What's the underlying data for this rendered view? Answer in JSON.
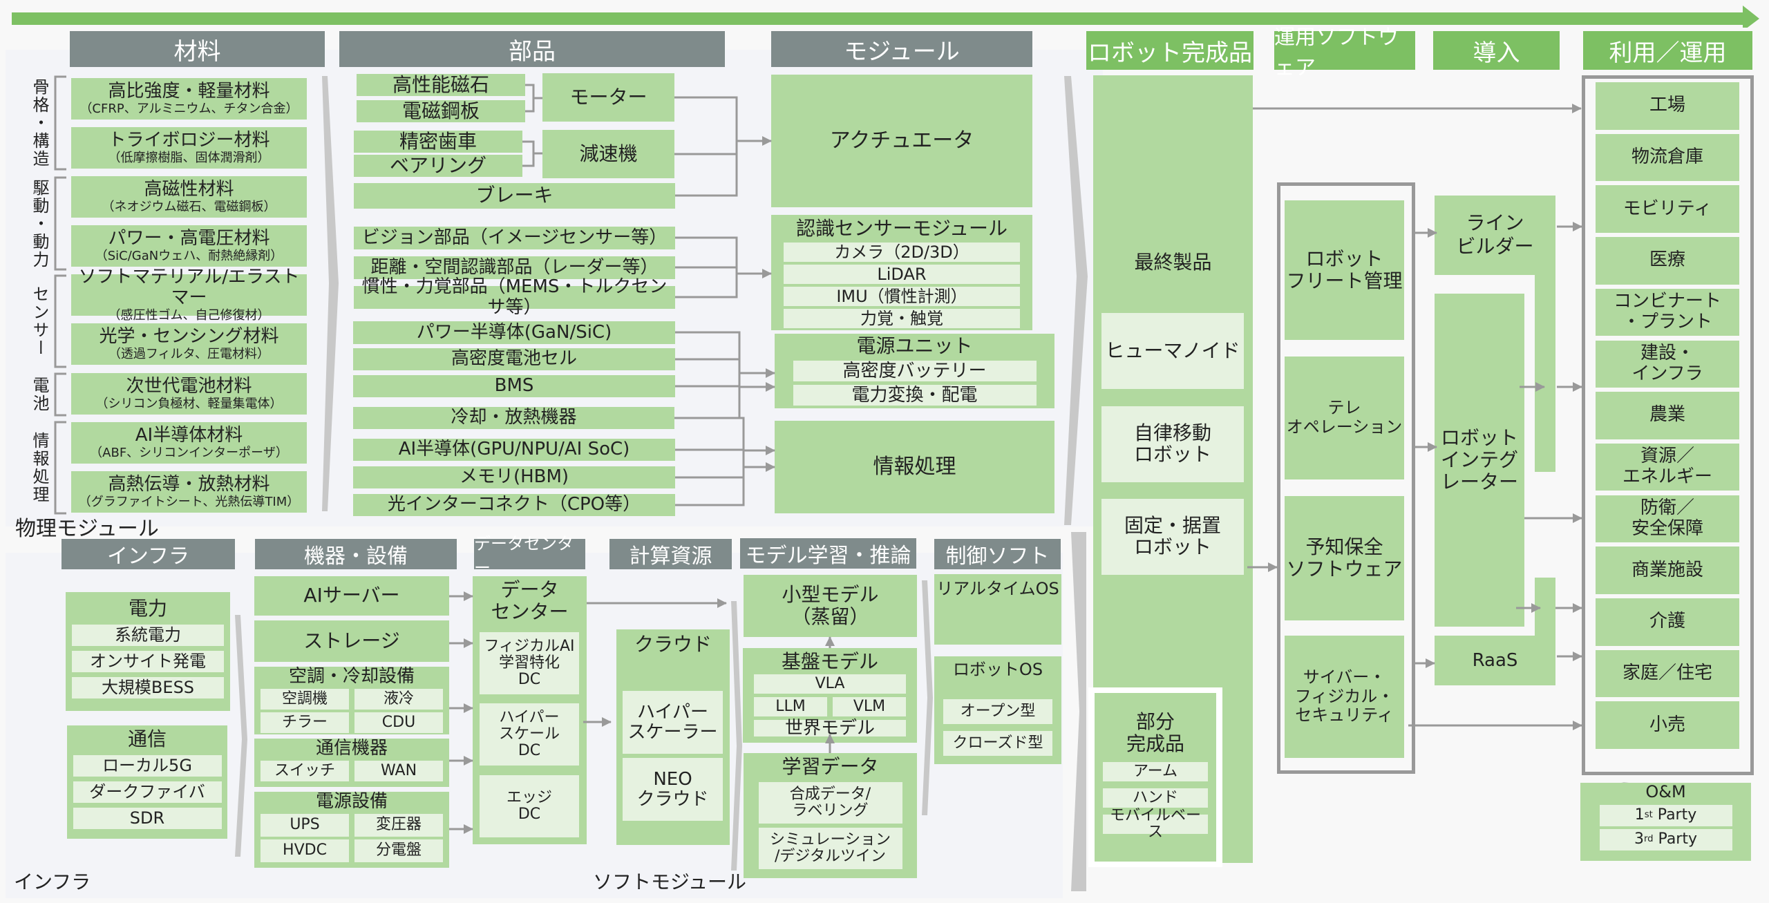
{
  "flow_arrow": "flow-direction",
  "headers": {
    "materials": "材料",
    "parts": "部品",
    "modules": "モジュール",
    "robot_products": "ロボット完成品",
    "ops_software": "運用ソフトウェア",
    "deployment": "導入",
    "usage": "利用／運用",
    "infra": "インフラ",
    "equipment": "機器・設備",
    "datacenter": "データセンター",
    "compute": "計算資源",
    "model": "モデル学習・推論",
    "control_sw": "制御ソフト"
  },
  "section_labels": {
    "physical": "物理モジュール",
    "infra": "インフラ",
    "software": "ソフトモジュール"
  },
  "material_groups": [
    {
      "label": "骨格・構造"
    },
    {
      "label": "駆動・動力"
    },
    {
      "label": "センサー"
    },
    {
      "label": "電池"
    },
    {
      "label": "情報処理"
    }
  ],
  "materials": [
    {
      "title": "高比強度・軽量材料",
      "sub": "（CFRP、アルミニウム、チタン合金）"
    },
    {
      "title": "トライボロジー材料",
      "sub": "（低摩擦樹脂、固体潤滑剤）"
    },
    {
      "title": "高磁性材料",
      "sub": "（ネオジウム磁石、電磁鋼板）"
    },
    {
      "title": "パワー・高電圧材料",
      "sub": "（SiC/GaNウェハ、耐熱絶縁剤）"
    },
    {
      "title": "ソフトマテリアル/エラストマー",
      "sub": "（感圧性ゴム、自己修復材）"
    },
    {
      "title": "光学・センシング材料",
      "sub": "（透過フィルタ、圧電材料）"
    },
    {
      "title": "次世代電池材料",
      "sub": "（シリコン負極材、軽量集電体）"
    },
    {
      "title": "AI半導体材料",
      "sub": "（ABF、シリコンインターポーザ）"
    },
    {
      "title": "高熱伝導・放熱材料",
      "sub": "（グラファイトシート、光熱伝導TIM）"
    }
  ],
  "parts": {
    "magnet": "高性能磁石",
    "steel": "電磁鋼板",
    "motor": "モーター",
    "gear": "精密歯車",
    "bearing": "ベアリング",
    "reducer": "減速機",
    "brake": "ブレーキ",
    "vision": "ビジョン部品（イメージセンサー等）",
    "ranging": "距離・空間認識部品（レーダー等）",
    "inertial": "慣性・力覚部品（MEMS・トルクセンサ等）",
    "power_semi": "パワー半導体(GaN/SiC)",
    "cell": "高密度電池セル",
    "bms": "BMS",
    "cooling": "冷却・放熱機器",
    "ai_semi": "AI半導体(GPU/NPU/AI SoC)",
    "memory": "メモリ(HBM)",
    "optical": "光インターコネクト（CPO等）"
  },
  "modules": {
    "actuator": "アクチュエータ",
    "sensor_module": {
      "title": "認識センサーモジュール",
      "items": [
        "カメラ（2D/3D）",
        "LiDAR",
        "IMU（慣性計測）",
        "力覚・触覚"
      ]
    },
    "power_unit": {
      "title": "電源ユニット",
      "items": [
        "高密度バッテリー",
        "電力変換・配電"
      ]
    },
    "info_processing": "情報処理"
  },
  "robot_products": {
    "final": "最終製品",
    "final_items": [
      "ヒューマノイド",
      "自律移動\nロボット",
      "固定・据置\nロボット"
    ],
    "partial": "部分\n完成品",
    "partial_items": [
      "アーム",
      "ハンド",
      "モバイルベース"
    ]
  },
  "ops_software": [
    "ロボット\nフリート管理",
    "テレ\nオペレーション",
    "予知保全\nソフトウェア",
    "サイバー・\nフィジカル・\nセキュリティ"
  ],
  "deployment": {
    "line_builder": "ライン\nビルダー",
    "integrator": "ロボット\nインテグ\nレーター",
    "raas": "RaaS"
  },
  "usage": [
    "工場",
    "物流倉庫",
    "モビリティ",
    "医療",
    "コンビナート\n・プラント",
    "建設・\nインフラ",
    "農業",
    "資源／\nエネルギー",
    "防衛／\n安全保障",
    "商業施設",
    "介護",
    "家庭／住宅",
    "小売"
  ],
  "om": {
    "title": "O&M",
    "items": [
      {
        "num": "1",
        "sup": "st",
        "text": " Party"
      },
      {
        "num": "3",
        "sup": "rd",
        "text": " Party"
      }
    ]
  },
  "infra": {
    "power": {
      "title": "電力",
      "items": [
        "系統電力",
        "オンサイト発電",
        "大規模BESS"
      ]
    },
    "comm": {
      "title": "通信",
      "items": [
        "ローカル5G",
        "ダークファイバ",
        "SDR"
      ]
    }
  },
  "equipment": {
    "ai_server": "AIサーバー",
    "storage": "ストレージ",
    "hvac": {
      "title": "空調・冷却設備",
      "items": [
        "空調機",
        "液冷",
        "チラー",
        "CDU"
      ]
    },
    "network": {
      "title": "通信機器",
      "items": [
        "スイッチ",
        "WAN"
      ]
    },
    "power": {
      "title": "電源設備",
      "items": [
        "UPS",
        "変圧器",
        "HVDC",
        "分電盤"
      ]
    }
  },
  "datacenter": {
    "title": "データ\nセンター",
    "items": [
      "フィジカルAI\n学習特化\nDC",
      "ハイパー\nスケール\nDC",
      "エッジ\nDC"
    ]
  },
  "compute": {
    "title": "クラウド",
    "items": [
      "ハイパー\nスケーラー",
      "NEO\nクラウド"
    ]
  },
  "model": {
    "small": "小型モデル\n（蒸留）",
    "foundation": {
      "title": "基盤モデル",
      "items": [
        "VLA",
        "LLM",
        "VLM",
        "世界モデル"
      ]
    },
    "training": {
      "title": "学習データ",
      "items": [
        "合成データ/\nラベリング",
        "シミュレーション\n/デジタルツイン"
      ]
    }
  },
  "control_sw": {
    "rtos": "リアルタイムOS",
    "robot_os": "ロボットOS",
    "robot_os_items": [
      "オープン型",
      "クローズド型"
    ]
  },
  "colors": {
    "header_gray": "#7f8b8b",
    "header_green": "#7dc063",
    "box": "#b1d99f",
    "sub": "#e6f2e0",
    "line": "#999999"
  }
}
